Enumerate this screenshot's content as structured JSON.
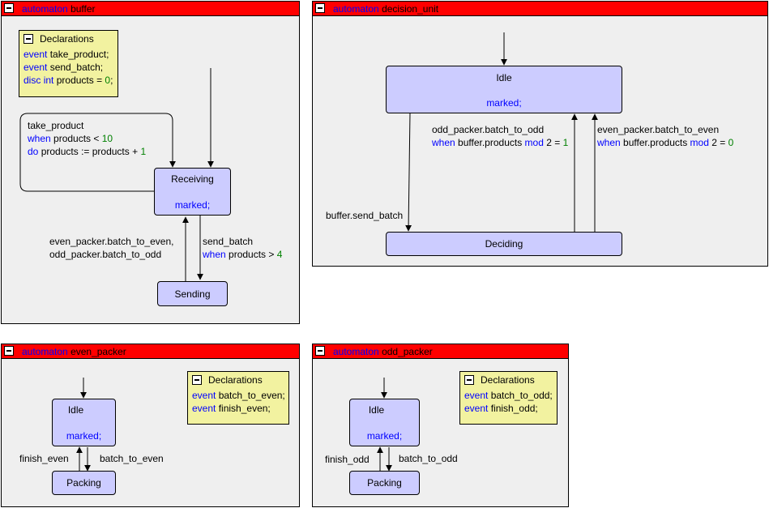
{
  "keywords": {
    "automaton": "automaton",
    "event": "event",
    "disc": "disc",
    "int": "int",
    "when": "when",
    "do": "do",
    "mod": "mod",
    "marked": "marked;"
  },
  "buffer": {
    "name": "buffer",
    "declarations": {
      "title": "Declarations",
      "lines": [
        {
          "kw": "event",
          "text": "take_product;"
        },
        {
          "kw": "event",
          "text": "send_batch;"
        },
        {
          "kw1": "disc",
          "kw2": "int",
          "text": "products = ",
          "num": "0",
          "tail": ";"
        }
      ]
    },
    "states": {
      "receiving": "Receiving",
      "sending": "Sending"
    },
    "edges": {
      "self_loop": {
        "event": "take_product",
        "guard_var": "products < ",
        "guard_num": "10",
        "update_var": "products := products + ",
        "update_num": "1"
      },
      "send": {
        "event": "send_batch",
        "guard_var": "products > ",
        "guard_num": "4"
      },
      "back": {
        "line1": "even_packer.batch_to_even,",
        "line2": "odd_packer.batch_to_odd"
      }
    }
  },
  "decision_unit": {
    "name": "decision_unit",
    "states": {
      "idle": "Idle",
      "deciding": "Deciding"
    },
    "edges": {
      "send_batch": "buffer.send_batch",
      "to_odd": {
        "event": "odd_packer.batch_to_odd",
        "guard_var": "buffer.products",
        "guard_op": " 2 = ",
        "guard_num": "1"
      },
      "to_even": {
        "event": "even_packer.batch_to_even",
        "guard_var": "buffer.products",
        "guard_op": " 2 = ",
        "guard_num": "0"
      }
    }
  },
  "even_packer": {
    "name": "even_packer",
    "declarations": {
      "title": "Declarations",
      "lines": [
        {
          "kw": "event",
          "text": "batch_to_even;"
        },
        {
          "kw": "event",
          "text": "finish_even;"
        }
      ]
    },
    "states": {
      "idle": "Idle",
      "packing": "Packing"
    },
    "edges": {
      "finish": "finish_even",
      "batch": "batch_to_even"
    }
  },
  "odd_packer": {
    "name": "odd_packer",
    "declarations": {
      "title": "Declarations",
      "lines": [
        {
          "kw": "event",
          "text": "batch_to_odd;"
        },
        {
          "kw": "event",
          "text": "finish_odd;"
        }
      ]
    },
    "states": {
      "idle": "Idle",
      "packing": "Packing"
    },
    "edges": {
      "finish": "finish_odd",
      "batch": "batch_to_odd"
    }
  }
}
